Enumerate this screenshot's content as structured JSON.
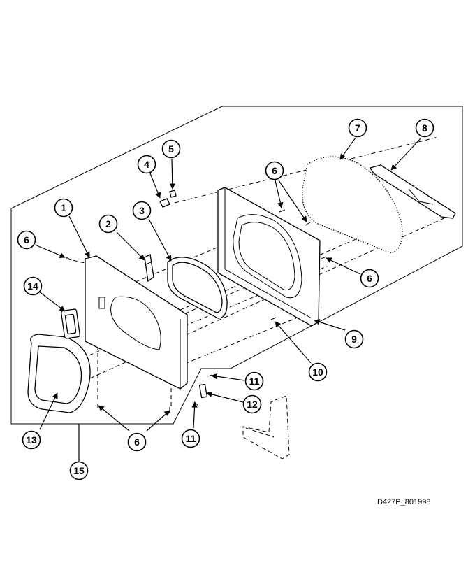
{
  "callouts": [
    "1",
    "2",
    "3",
    "4",
    "5",
    "6",
    "6",
    "6",
    "6",
    "7",
    "8",
    "9",
    "10",
    "11",
    "11",
    "12",
    "13",
    "14",
    "15"
  ],
  "drawing_code": "D427P_801998"
}
